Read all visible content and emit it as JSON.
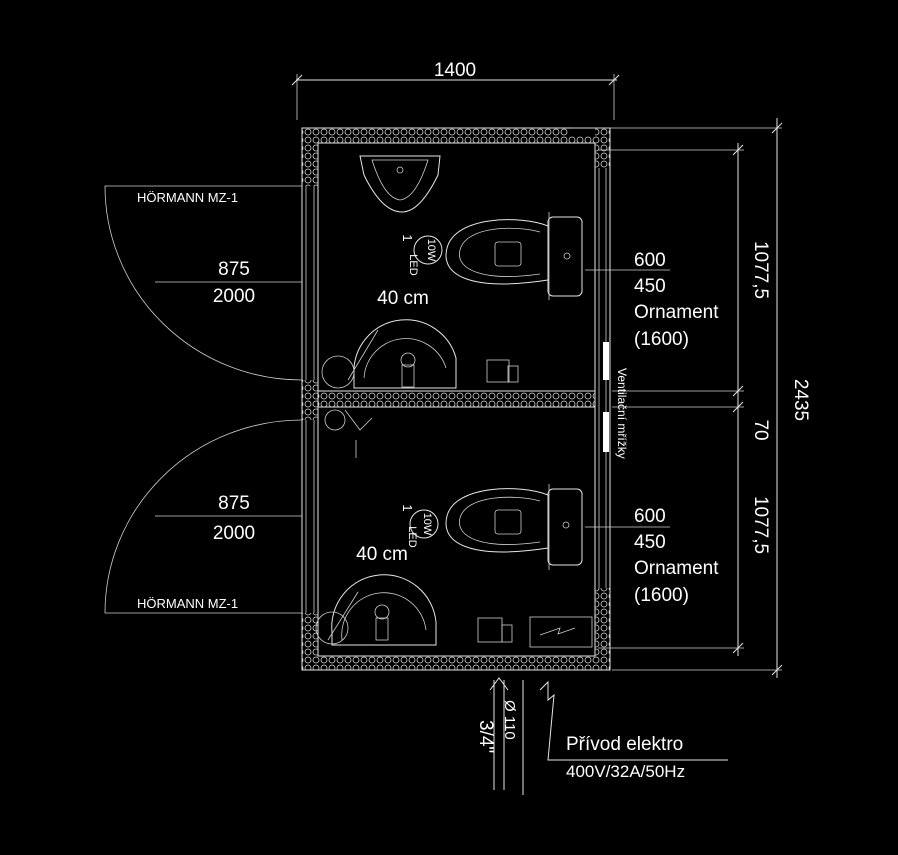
{
  "dimensions": {
    "width": "1400",
    "total_height": "2435",
    "upper_room": "1077,5",
    "lower_room": "1077,5",
    "partition": "70"
  },
  "doors": [
    {
      "label": "HÖRMANN MZ-1",
      "width": "875",
      "height": "2000"
    },
    {
      "label": "HÖRMANN MZ-1",
      "width": "875",
      "height": "2000"
    }
  ],
  "rooms": [
    {
      "light_count": "1",
      "light_power": "10W",
      "light_type": "LED",
      "sink_note": "40 cm",
      "wc_dim1": "600",
      "wc_dim2": "450",
      "wc_model": "Ornament",
      "wc_code": "(1600)"
    },
    {
      "light_count": "1",
      "light_power": "10W",
      "light_type": "LED",
      "sink_note": "40 cm",
      "wc_dim1": "600",
      "wc_dim2": "450",
      "wc_model": "Ornament",
      "wc_code": "(1600)"
    }
  ],
  "vent_label": "Ventilační mřížky",
  "pipe": {
    "diameter": "Ø 110",
    "size": "3/4\""
  },
  "power": {
    "title": "Přívod elektro",
    "spec": "400V/32A/50Hz"
  },
  "colors": {
    "background": "#000000",
    "lines": "#e6e6e6",
    "text": "#ffffff"
  }
}
